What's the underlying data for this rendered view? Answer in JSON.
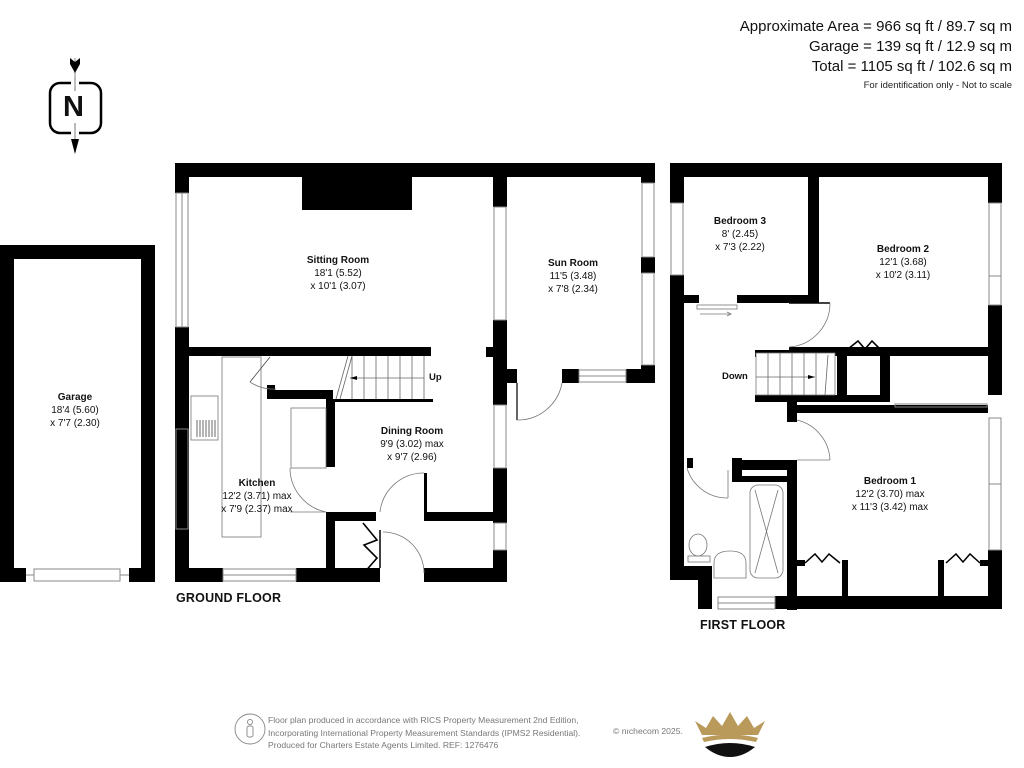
{
  "area_summary": {
    "approximate_area": "Approximate Area = 966 sq ft / 89.7 sq m",
    "garage": "Garage = 139 sq ft / 12.9 sq m",
    "total": "Total = 1105 sq ft / 102.6 sq m",
    "note": "For identification only - Not to scale"
  },
  "compass": {
    "label": "N",
    "icon": "north-arrow-icon"
  },
  "floors": {
    "ground": {
      "title": "GROUND FLOOR",
      "stairs_label": "Up",
      "rooms": {
        "sitting_room": {
          "name": "Sitting Room",
          "dim1": "18'1 (5.52)",
          "dim2": "x 10'1 (3.07)"
        },
        "sun_room": {
          "name": "Sun Room",
          "dim1": "11'5 (3.48)",
          "dim2": "x 7'8 (2.34)"
        },
        "dining_room": {
          "name": "Dining Room",
          "dim1": "9'9 (3.02) max",
          "dim2": "x 9'7 (2.96)"
        },
        "kitchen": {
          "name": "Kitchen",
          "dim1": "12'2 (3.71) max",
          "dim2": "x 7'9 (2.37) max"
        }
      }
    },
    "garage": {
      "rooms": {
        "garage": {
          "name": "Garage",
          "dim1": "18'4 (5.60)",
          "dim2": "x 7'7 (2.30)"
        }
      }
    },
    "first": {
      "title": "FIRST FLOOR",
      "stairs_label": "Down",
      "rooms": {
        "bedroom_3": {
          "name": "Bedroom 3",
          "dim1": "8' (2.45)",
          "dim2": "x 7'3 (2.22)"
        },
        "bedroom_2": {
          "name": "Bedroom 2",
          "dim1": "12'1 (3.68)",
          "dim2": "x 10'2 (3.11)"
        },
        "bedroom_1": {
          "name": "Bedroom 1",
          "dim1": "12'2 (3.70) max",
          "dim2": "x 11'3 (3.42) max"
        }
      }
    }
  },
  "footer": {
    "line1": "Floor plan produced in accordance with RICS Property Measurement 2nd Edition,",
    "line2": "Incorporating International Property Measurement Standards (IPMS2 Residential).",
    "line3": "Produced for Charters Estate Agents Limited.   REF: 1276476",
    "copyright": "© nıchecom 2025.",
    "logo_colors": {
      "gold": "#b99a5b",
      "black": "#111111"
    }
  },
  "colors": {
    "wall": "#000000",
    "window": "#888888",
    "text": "#111111",
    "footer_text": "#777777"
  }
}
